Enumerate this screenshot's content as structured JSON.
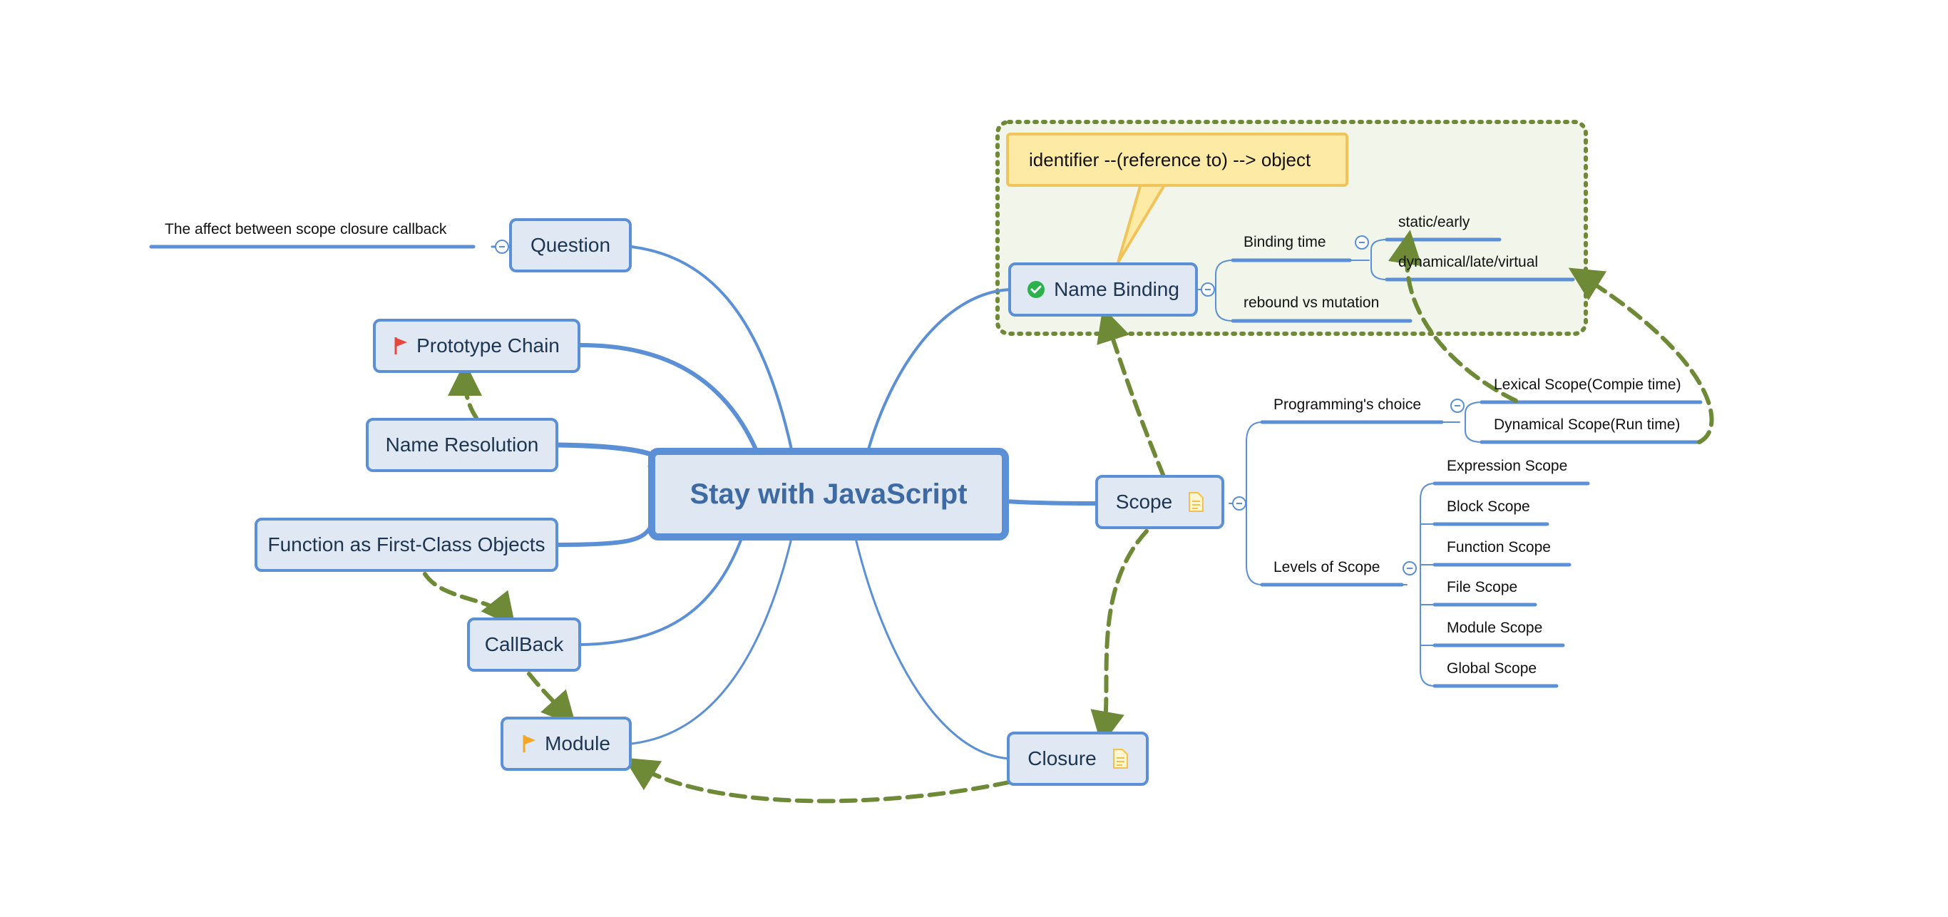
{
  "central": {
    "title": "Stay with JavaScript"
  },
  "left_topics": [
    {
      "id": "question",
      "label": "Question",
      "child": "The affect between scope closure callback"
    },
    {
      "id": "prototype",
      "label": "Prototype Chain",
      "icon": "red-flag-icon"
    },
    {
      "id": "resolution",
      "label": "Name Resolution"
    },
    {
      "id": "function",
      "label": "Function as First-Class Objects"
    },
    {
      "id": "callback",
      "label": "CallBack"
    },
    {
      "id": "module",
      "label": "Module",
      "icon": "orange-flag-icon"
    }
  ],
  "right_topics": {
    "name_binding": {
      "label": "Name Binding",
      "icon": "check-circle-icon",
      "callout": "identifier --(reference to) --> object",
      "children": [
        {
          "label": "Binding time",
          "children": [
            "static/early",
            "dynamical/late/virtual"
          ]
        },
        {
          "label": "rebound vs mutation"
        }
      ]
    },
    "scope": {
      "label": "Scope",
      "icon": "note-icon",
      "children": [
        {
          "label": "Programming's choice",
          "children": [
            "Lexical Scope(Compie time)",
            "Dynamical Scope(Run time)"
          ]
        },
        {
          "label": "Levels of Scope",
          "children": [
            "Expression Scope",
            "Block Scope",
            "Function Scope",
            "File Scope",
            "Module Scope",
            "Global Scope"
          ]
        }
      ]
    },
    "closure": {
      "label": "Closure",
      "icon": "note-icon"
    }
  },
  "relationships": [
    {
      "from": "Name Resolution",
      "to": "Prototype Chain"
    },
    {
      "from": "Function as First-Class Objects",
      "to": "CallBack"
    },
    {
      "from": "CallBack",
      "to": "Module"
    },
    {
      "from": "Closure",
      "to": "Module"
    },
    {
      "from": "Scope",
      "to": "Name Binding"
    },
    {
      "from": "Scope",
      "to": "Closure"
    },
    {
      "from": "Lexical Scope(Compie time)",
      "to": "static/early"
    },
    {
      "from": "Dynamical Scope(Run time)",
      "to": "dynamical/late/virtual"
    }
  ],
  "colors": {
    "branch": "#5b8fd6",
    "node_fill": "#dfe8f3",
    "relationship": "#6e8a36",
    "boundary_fill": "#f1f5ea",
    "callout_fill": "#fdeba5",
    "callout_border": "#f0c45a",
    "flag_red": "#e5483d",
    "flag_orange": "#f5a623",
    "check_green": "#2bb24c",
    "note_yellow": "#f3c14b"
  }
}
